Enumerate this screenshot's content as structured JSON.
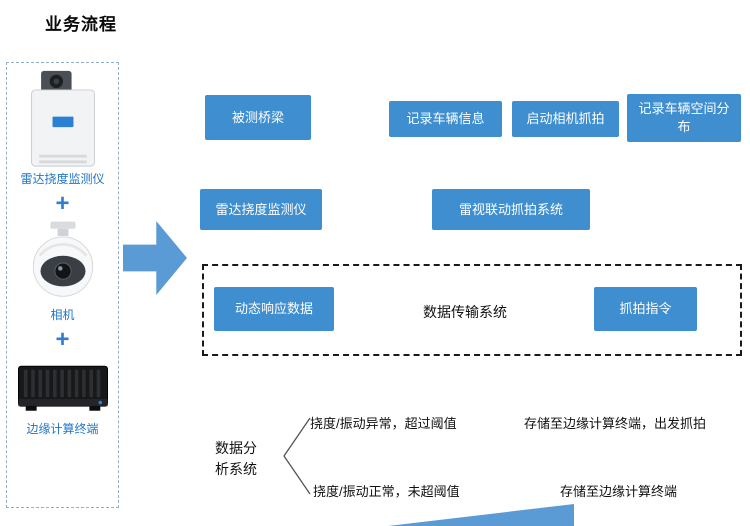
{
  "title": "业务流程",
  "colors": {
    "box_blue": "#3E8ED0",
    "arrow_blue": "#5B9BD5",
    "label_blue": "#2176C7"
  },
  "device_panel": {
    "plus": "+",
    "items": [
      {
        "icon": "radar-monitor-icon",
        "label": "雷达挠度监测仪"
      },
      {
        "icon": "dome-camera-icon",
        "label": "相机"
      },
      {
        "icon": "edge-terminal-icon",
        "label": "边缘计算终端"
      }
    ]
  },
  "flow": {
    "row1": [
      {
        "label": "被测桥梁"
      },
      {
        "label": "记录车辆信息"
      },
      {
        "label": "启动相机抓拍"
      },
      {
        "label": "记录车辆空间分\n布"
      }
    ],
    "row2": [
      {
        "label": "雷达挠度监测仪"
      },
      {
        "label": "雷视联动抓拍系统"
      }
    ],
    "transmission": {
      "left_box": "动态响应数据",
      "center_label": "数据传输系统",
      "right_box": "抓拍指令"
    },
    "analysis": {
      "label": "数据分\n析系统",
      "branches": [
        {
          "condition": "挠度/振动异常，超过阈值",
          "result": "存储至边缘计算终端，出发抓拍"
        },
        {
          "condition": "挠度/振动正常，未超阈值",
          "result": "存储至边缘计算终端"
        }
      ]
    }
  }
}
